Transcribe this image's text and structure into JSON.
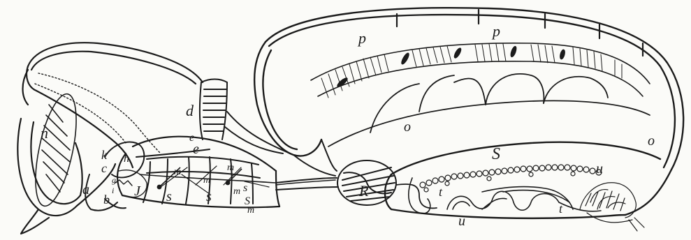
{
  "figure": {
    "ink_color": "#1b1b1b",
    "paper_color": "#fbfbf8"
  },
  "labels": {
    "p1": "p",
    "p2": "p",
    "d": "d",
    "n": "n",
    "o1": "o",
    "o2": "o",
    "e1": "e",
    "e2": "e",
    "h": "h",
    "k": "k",
    "c": "c",
    "a": "a",
    "g": "g",
    "i": "i",
    "b": "b",
    "j": "J",
    "s1": "s",
    "s2": "s",
    "s3": "s",
    "s4": "S",
    "m1": "m",
    "m2": "m",
    "m3": "m",
    "m4": "m",
    "m5": "m",
    "r": "R",
    "big_s": "S",
    "t1": "t",
    "t2": "t",
    "u1": "u",
    "u2": "u"
  }
}
